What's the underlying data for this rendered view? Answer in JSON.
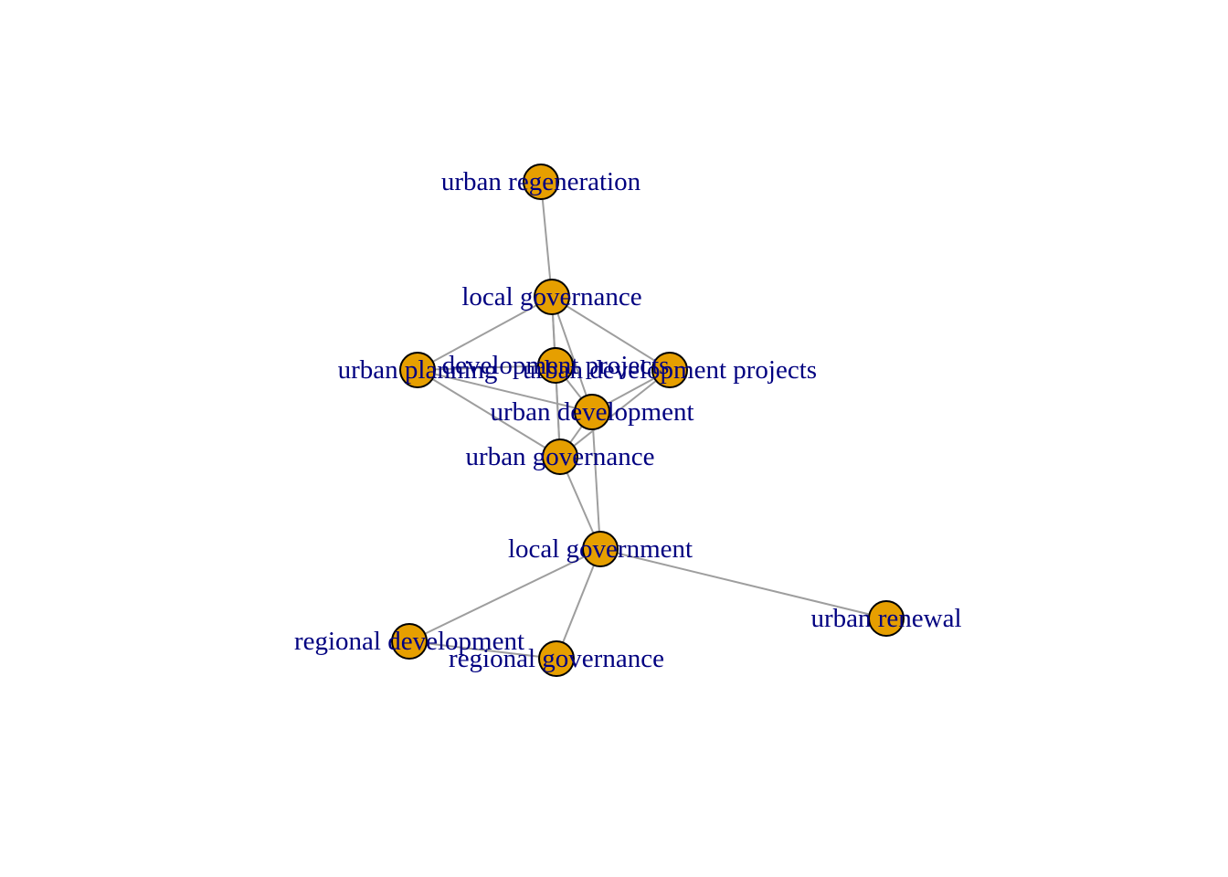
{
  "graph": {
    "colors": {
      "edge": "#9e9e9e",
      "node_fill": "#E69F00",
      "node_stroke": "#000000",
      "label": "#000080",
      "background": "#ffffff"
    },
    "nodes": [
      {
        "id": "urban_regeneration",
        "label": "urban regeneration"
      },
      {
        "id": "local_governance",
        "label": "local governance"
      },
      {
        "id": "urban_planning",
        "label": "urban planning"
      },
      {
        "id": "development_projects",
        "label": "development projects"
      },
      {
        "id": "urban_development_projects",
        "label": "urban development projects"
      },
      {
        "id": "urban_development",
        "label": "urban development"
      },
      {
        "id": "urban_governance",
        "label": "urban governance"
      },
      {
        "id": "local_government",
        "label": "local government"
      },
      {
        "id": "urban_renewal",
        "label": "urban renewal"
      },
      {
        "id": "regional_development",
        "label": "regional development"
      },
      {
        "id": "regional_governance",
        "label": "regional governance"
      }
    ],
    "edges": [
      [
        "urban_regeneration",
        "local_governance"
      ],
      [
        "local_governance",
        "urban_planning"
      ],
      [
        "local_governance",
        "development_projects"
      ],
      [
        "local_governance",
        "urban_development_projects"
      ],
      [
        "local_governance",
        "urban_development"
      ],
      [
        "local_governance",
        "urban_governance"
      ],
      [
        "urban_planning",
        "development_projects"
      ],
      [
        "urban_planning",
        "urban_development"
      ],
      [
        "urban_planning",
        "urban_governance"
      ],
      [
        "development_projects",
        "urban_development"
      ],
      [
        "development_projects",
        "urban_governance"
      ],
      [
        "urban_development_projects",
        "urban_development"
      ],
      [
        "urban_development_projects",
        "urban_governance"
      ],
      [
        "urban_development",
        "urban_governance"
      ],
      [
        "urban_development",
        "local_government"
      ],
      [
        "urban_governance",
        "local_government"
      ],
      [
        "local_government",
        "urban_renewal"
      ],
      [
        "local_government",
        "regional_development"
      ],
      [
        "local_government",
        "regional_governance"
      ],
      [
        "regional_development",
        "regional_governance"
      ]
    ]
  }
}
